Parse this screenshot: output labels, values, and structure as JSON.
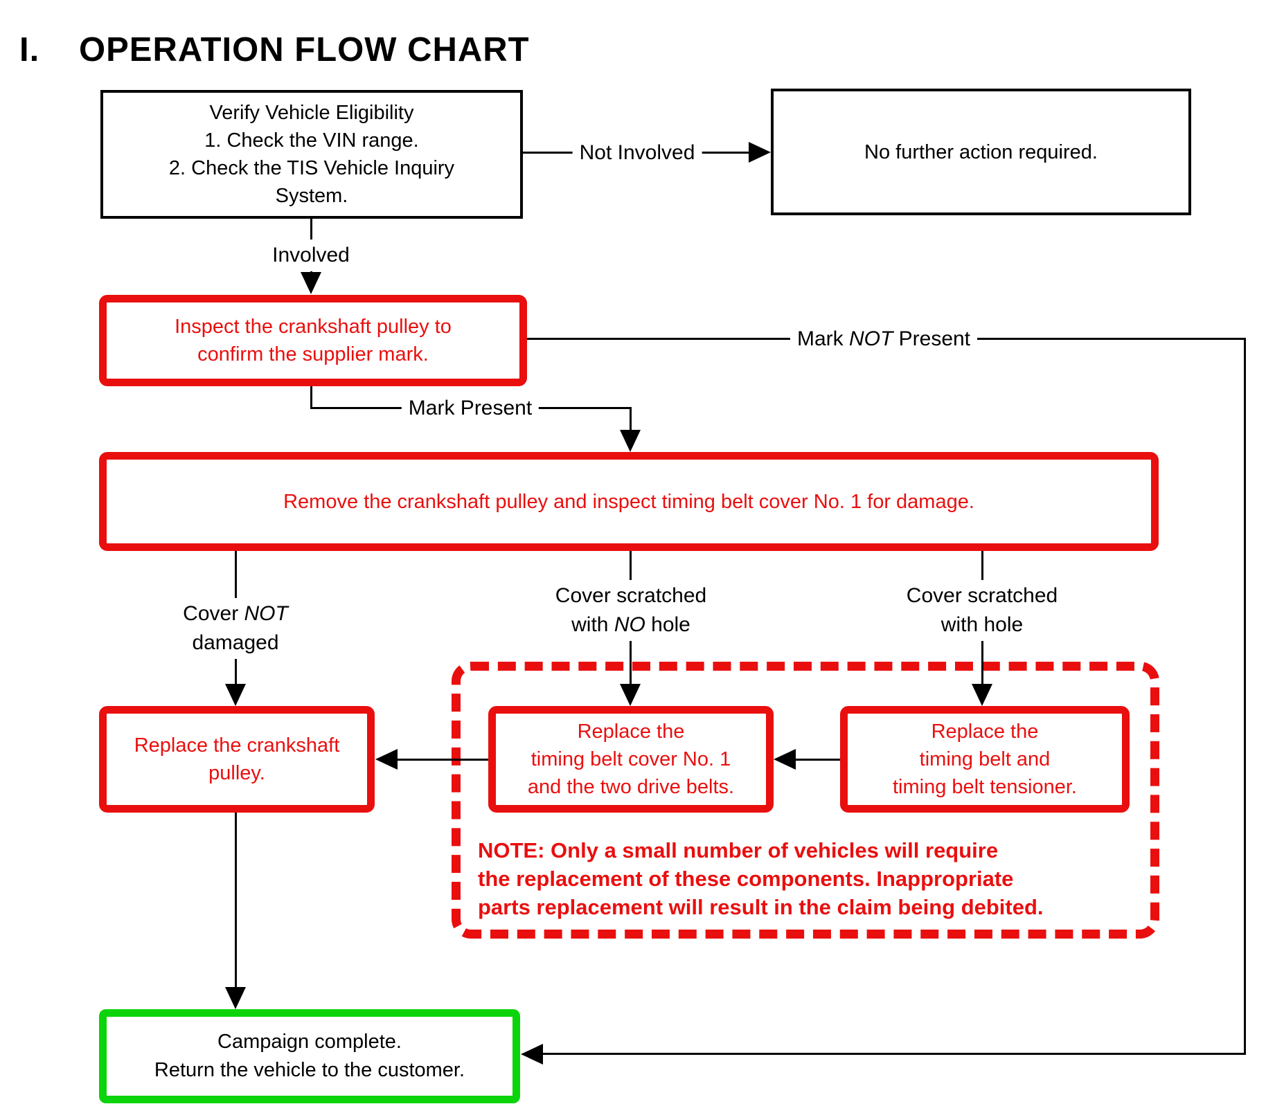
{
  "title": {
    "numeral": "I.",
    "text": "OPERATION FLOW CHART"
  },
  "colors": {
    "red": "#e90f0f",
    "green": "#0bd40b",
    "ink": "#000000"
  },
  "nodes": {
    "verify": {
      "text": "Verify Vehicle Eligibility\n1. Check the VIN range.\n2. Check the TIS Vehicle Inquiry\nSystem."
    },
    "no_action": {
      "text": "No further action required."
    },
    "inspect": {
      "text": "Inspect the crankshaft pulley to\nconfirm the supplier mark."
    },
    "remove": {
      "text": "Remove the crankshaft pulley and inspect timing belt cover No. 1 for damage."
    },
    "replace_pulley": {
      "text": "Replace the crankshaft\npulley."
    },
    "replace_cover": {
      "text": "Replace the\ntiming belt cover No. 1\nand the two drive belts."
    },
    "replace_belt": {
      "text": "Replace the\ntiming belt and\ntiming belt tensioner."
    },
    "campaign": {
      "text": "Campaign complete.\nReturn the vehicle to the customer."
    }
  },
  "edges": {
    "not_involved": {
      "label": "Not Involved"
    },
    "involved": {
      "label": "Involved"
    },
    "mark_not_present": {
      "pre": "Mark ",
      "em": "NOT",
      "post": " Present"
    },
    "mark_present": {
      "label": "Mark Present"
    },
    "cover_not_damaged": {
      "line1_pre": "Cover ",
      "line1_em": "NOT",
      "line2": "damaged"
    },
    "cover_scratched_no_hole": {
      "line1": "Cover scratched",
      "line2_pre": "with ",
      "line2_em": "NO",
      "line2_post": " hole"
    },
    "cover_scratched_hole": {
      "line1": "Cover scratched",
      "line2": "with hole"
    }
  },
  "note": {
    "text": "NOTE: Only a small number of vehicles will require\nthe replacement of these components. Inappropriate\nparts replacement will result in the claim being debited."
  }
}
